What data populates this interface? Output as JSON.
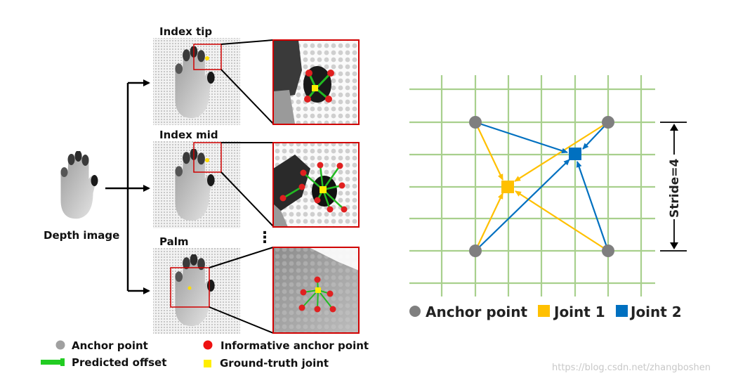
{
  "left_panel": {
    "input_label": "Depth image",
    "rows": [
      {
        "title": "Index tip"
      },
      {
        "title": "Index mid"
      },
      {
        "title": "Palm"
      }
    ],
    "ellipsis": "⋮",
    "legend": {
      "anchor": "Anchor point",
      "informative": "Informative anchor point",
      "offset": "Predicted offset",
      "gt": "Ground-truth joint"
    }
  },
  "right_panel": {
    "stride_label": "Stride=4",
    "legend": {
      "anchor": "Anchor point",
      "joint1": "Joint 1",
      "joint2": "Joint 2"
    },
    "colors": {
      "grid": "#a8d08d",
      "anchor": "#7f7f7f",
      "joint1": "#ffc000",
      "joint2": "#0070c0"
    }
  },
  "watermark": "https://blog.csdn.net/zhangboshen"
}
